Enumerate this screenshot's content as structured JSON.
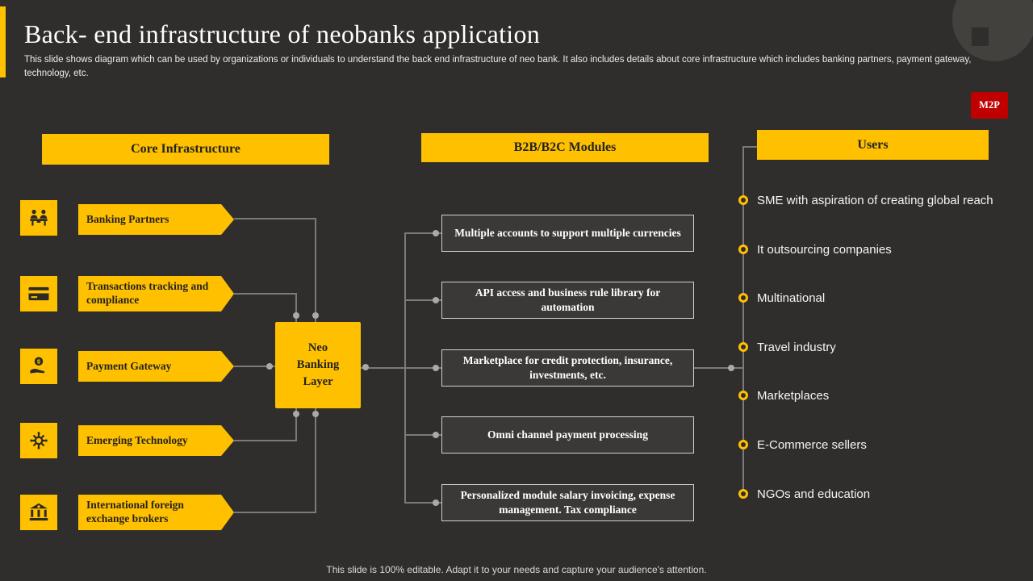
{
  "slide": {
    "title": "Back- end infrastructure of neobanks application",
    "subtitle": "This slide shows diagram which can be used by organizations or individuals to understand the back end infrastructure of neo bank. It also includes details about core infrastructure which includes banking partners, payment gateway, technology, etc.",
    "badge": "M2P",
    "footer": "This slide is 100% editable. Adapt it to your needs and capture your audience's attention."
  },
  "colors": {
    "bg": "#2f2e2c",
    "accent": "#FFC000",
    "red": "#C00000",
    "box-bg": "#3a3938",
    "box-border": "#d0d0d0",
    "line": "#7a7a7a",
    "dot": "#a9a9a9",
    "text-dark": "#24231f"
  },
  "center_node": {
    "label": "Neo Banking Layer"
  },
  "columns": {
    "core": {
      "header": "Core Infrastructure",
      "items": [
        {
          "label": "Banking Partners",
          "icon": "meeting-icon"
        },
        {
          "label": "Transactions tracking and compliance",
          "icon": "credit-card-icon"
        },
        {
          "label": "Payment Gateway",
          "icon": "hand-coin-icon"
        },
        {
          "label": "Emerging Technology",
          "icon": "gear-circuit-icon"
        },
        {
          "label": "International foreign exchange brokers",
          "icon": "bank-building-icon"
        }
      ]
    },
    "modules": {
      "header": "B2B/B2C Modules",
      "items": [
        "Multiple accounts to support multiple currencies",
        "API access and business rule library for automation",
        "Marketplace for credit protection, insurance, investments, etc.",
        "Omni channel payment processing",
        "Personalized module salary invoicing, expense management. Tax compliance"
      ]
    },
    "users": {
      "header": "Users",
      "items": [
        "SME with aspiration of creating global reach",
        "It outsourcing companies",
        "Multinational",
        "Travel industry",
        "Marketplaces",
        "E-Commerce sellers",
        "NGOs and education"
      ]
    }
  }
}
